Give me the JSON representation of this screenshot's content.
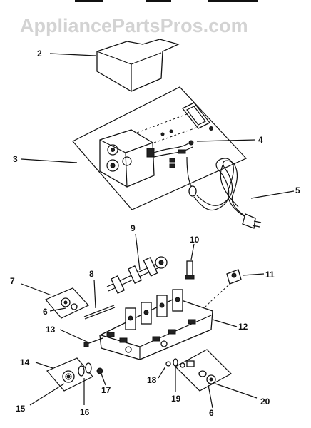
{
  "watermark": "AppliancePartsPros.com",
  "callouts": {
    "c2": "2",
    "c3": "3",
    "c4": "4",
    "c5": "5",
    "c6a": "6",
    "c6b": "6",
    "c7": "7",
    "c8": "8",
    "c9": "9",
    "c10": "10",
    "c11": "11",
    "c12": "12",
    "c13": "13",
    "c14": "14",
    "c15": "15",
    "c16": "16",
    "c17": "17",
    "c18": "18",
    "c19": "19",
    "c20": "20"
  }
}
